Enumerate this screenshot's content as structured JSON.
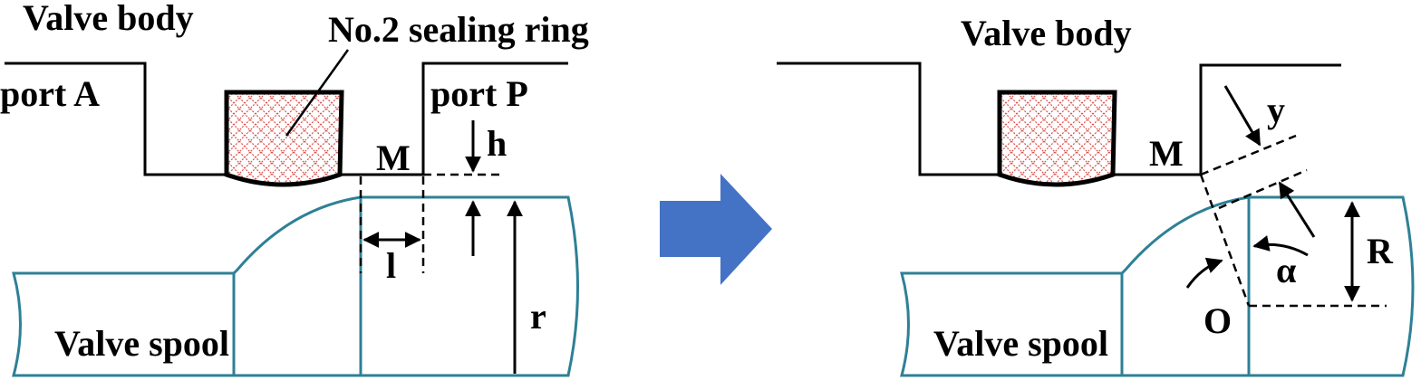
{
  "colors": {
    "outline": "#000000",
    "spool_outline": "#2e8096",
    "ring_hatch": "#d9534f",
    "arrow_fill": "#4472c4"
  },
  "left_panel": {
    "valve_body": "Valve body",
    "sealing_ring": "No.2 sealing ring",
    "port_a": "port A",
    "port_p": "port P",
    "point_m": "M",
    "dim_h": "h",
    "dim_l": "l",
    "dim_r": "r",
    "valve_spool": "Valve spool"
  },
  "right_panel": {
    "valve_body": "Valve body",
    "point_m": "M",
    "dim_y": "y",
    "dim_r": "R",
    "angle": "α",
    "point_o": "O",
    "valve_spool": "Valve spool"
  },
  "transition_arrow": {
    "icon": "right-arrow-icon"
  }
}
